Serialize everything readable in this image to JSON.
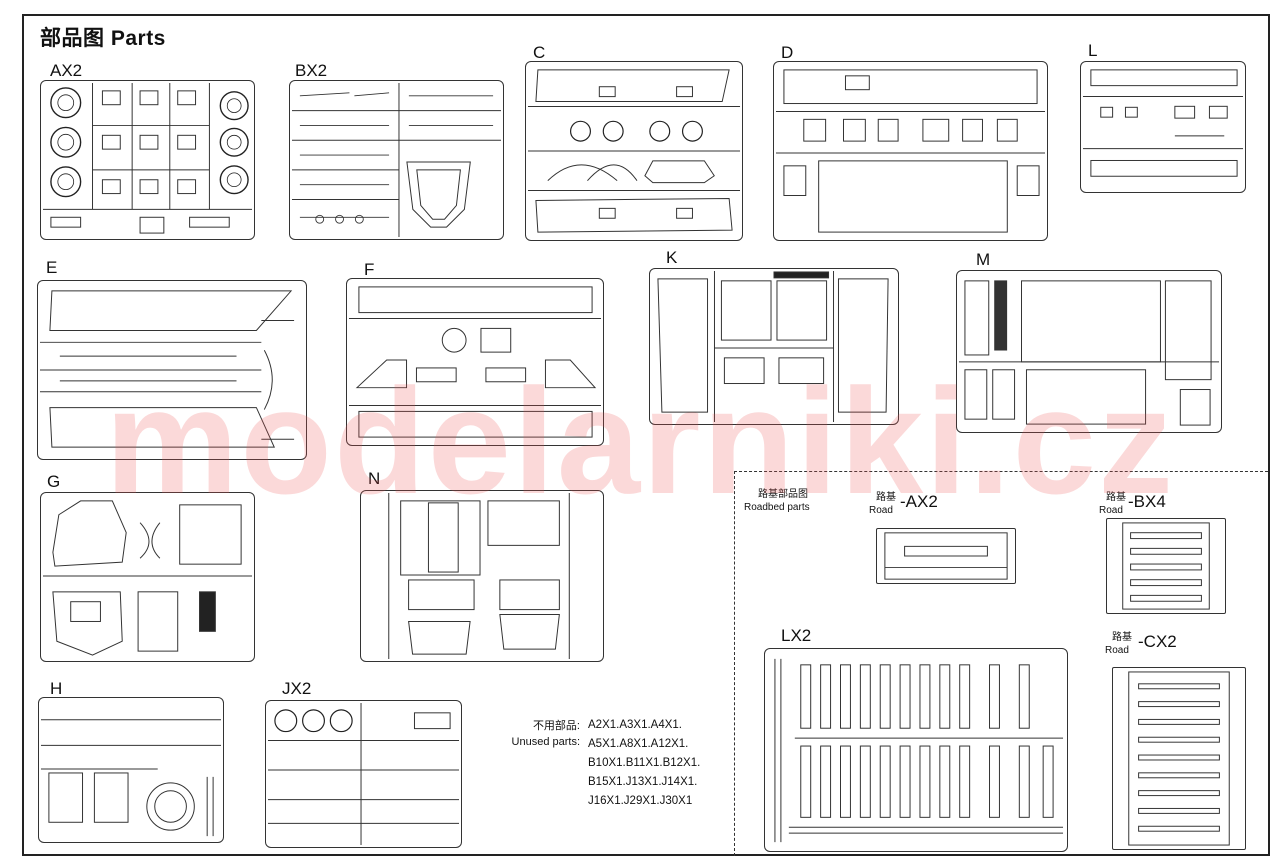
{
  "page_title": "部品图  Parts",
  "watermark": "modelarniki.cz",
  "sprues": {
    "ax2": "AX2",
    "bx2": "BX2",
    "c": "C",
    "d": "D",
    "l": "L",
    "e": "E",
    "f": "F",
    "k": "K",
    "m": "M",
    "g": "G",
    "n": "N",
    "h": "H",
    "jx2": "JX2",
    "lx2": "LX2"
  },
  "roadbed": {
    "heading_cn": "路基部品图",
    "heading_en": "Roadbed  parts",
    "items": [
      {
        "cn": "路基",
        "en": "Road",
        "code": "-AX2"
      },
      {
        "cn": "路基",
        "en": "Road",
        "code": "-BX4"
      },
      {
        "cn": "路基",
        "en": "Road",
        "code": "-CX2"
      }
    ]
  },
  "unused": {
    "label_cn": "不用部品:",
    "label_en": "Unused parts:",
    "lines": [
      "A2X1.A3X1.A4X1.",
      "A5X1.A8X1.A12X1.",
      "B10X1.B11X1.B12X1.",
      "B15X1.J13X1.J14X1.",
      "J16X1.J29X1.J30X1"
    ]
  }
}
